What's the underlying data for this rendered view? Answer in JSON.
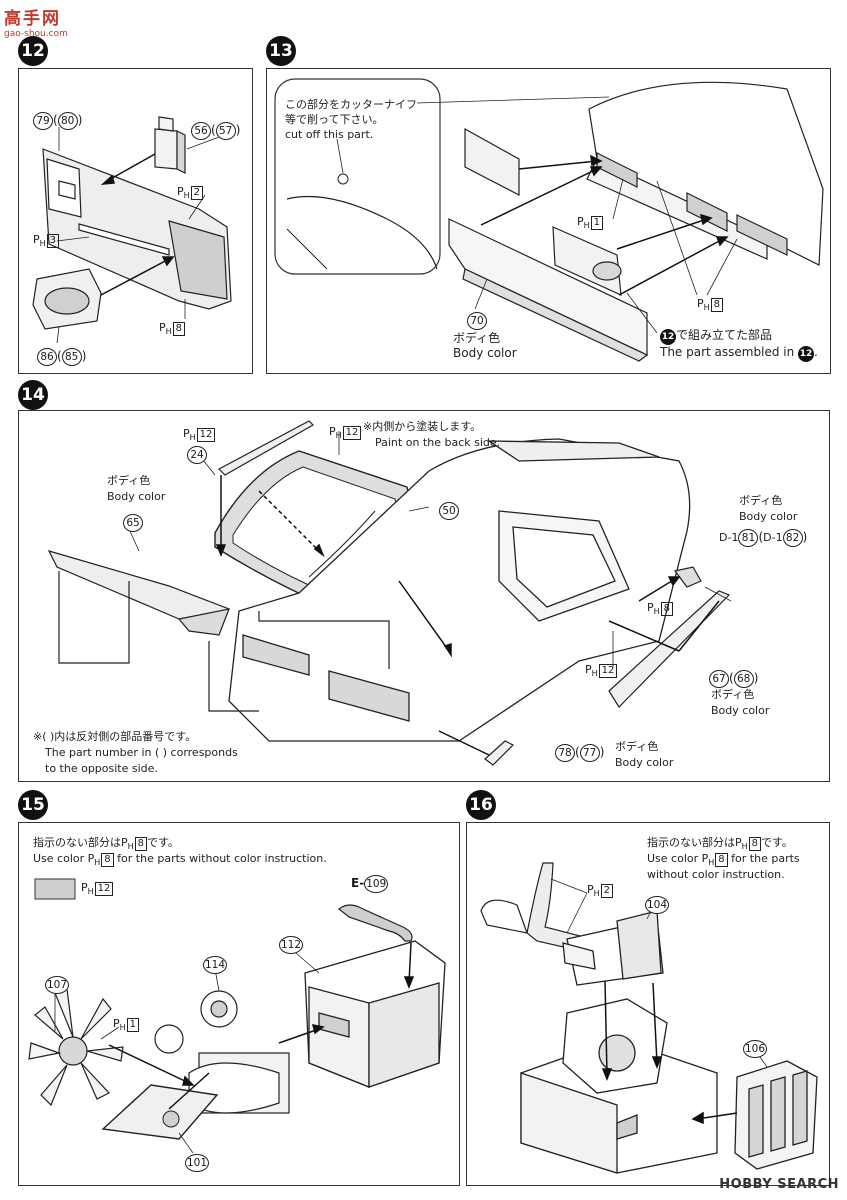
{
  "site_logo": {
    "text": "高手网",
    "url_text": "gao-shou.com"
  },
  "watermark": "HOBBY SEARCH",
  "steps": {
    "s12": {
      "number": "12",
      "parts": {
        "p79": "79",
        "p80": "80",
        "p56": "56",
        "p57": "57",
        "p86": "86",
        "p85": "85"
      },
      "colors": {
        "ph2": "2",
        "ph3": "3",
        "ph8": "8"
      }
    },
    "s13": {
      "number": "13",
      "note_jp_1": "この部分をカッターナイフ",
      "note_jp_2": "等で削って下さい。",
      "note_en": "cut off this part.",
      "colors": {
        "ph1": "1",
        "ph8": "8"
      },
      "p70": "70",
      "body_color_jp": "ボディ色",
      "body_color_en": "Body color",
      "assembled_jp": "で組み立てた部品",
      "assembled_en": "The part assembled in",
      "ref_step": "12"
    },
    "s14": {
      "number": "14",
      "ph12_a": "12",
      "ph12_b": "12",
      "ph12_c": "12",
      "ph8": "8",
      "p24": "24",
      "p50": "50",
      "p65": "65",
      "p67": "67",
      "p68": "68",
      "p78": "78",
      "p77": "77",
      "p81": "81",
      "p82": "82",
      "paint_jp": "※内側から塗装します。",
      "paint_en": "Paint on the back side.",
      "body_color_jp": "ボディ色",
      "body_color_en": "Body color",
      "d1": "D-1",
      "note_jp": "※(  )内は反対側の部品番号です。",
      "note_en_1": "The part number in (   ) corresponds",
      "note_en_2": "to the opposite side."
    },
    "s15": {
      "number": "15",
      "instr_jp": "指示のない部分は",
      "instr_jp_tail": "です。",
      "instr_en_pre": "Use color",
      "instr_en_post": "for the parts without color instruction.",
      "default_color": "8",
      "swatch_color": "12",
      "e_prefix": "E-",
      "p109": "109",
      "p112": "112",
      "p114": "114",
      "p107": "107",
      "p101": "101",
      "ph1": "1"
    },
    "s16": {
      "number": "16",
      "instr_jp": "指示のない部分は",
      "instr_jp_tail": "です。",
      "instr_en_pre": "Use color",
      "instr_en_post": "for the parts",
      "instr_en_2": "without color instruction.",
      "default_color": "8",
      "ph2": "2",
      "p104": "104",
      "p106": "106"
    }
  },
  "labels": {
    "ph_prefix": "P",
    "ph_sub": "H"
  }
}
